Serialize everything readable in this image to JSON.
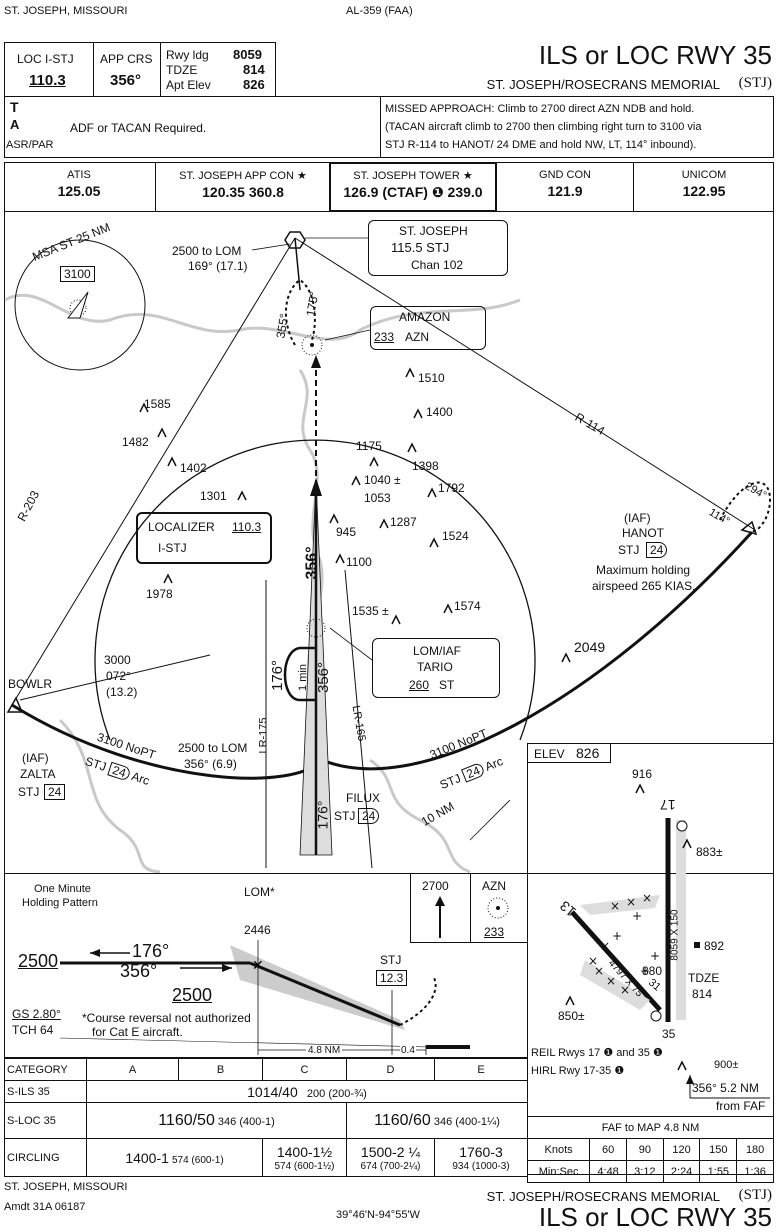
{
  "header": {
    "city_state": "ST. JOSEPH, MISSOURI",
    "volume": "AL-359 (FAA)",
    "loc_label": "LOC  I-STJ",
    "loc_freq": "110.3",
    "app_crs_label": "APP CRS",
    "app_crs": "356°",
    "rwy_ldg_label": "Rwy ldg",
    "rwy_ldg": "8059",
    "tdze_label": "TDZE",
    "tdze": "814",
    "apt_elev_label": "Apt Elev",
    "apt_elev": "826",
    "title": "ILS or LOC RWY 35",
    "airport": "ST. JOSEPH/ROSECRANS MEMORIAL",
    "airport_id": "(STJ)"
  },
  "notes": {
    "symbol_t": "T",
    "symbol_a": "A",
    "adf_tacan": "ADF or TACAN Required.",
    "asr_par": "ASR/PAR",
    "missed_approach": [
      "MISSED APPROACH: Climb to 2700 direct AZN NDB and hold.",
      "(TACAN aircraft climb to 2700 then climbing right turn to 3100 via",
      "STJ R-114 to HANOT/ 24 DME and hold NW, LT, 114° inbound)."
    ]
  },
  "comms": [
    {
      "name": "ATIS",
      "value": "125.05"
    },
    {
      "name": "ST. JOSEPH APP CON ★",
      "value": "120.35  360.8"
    },
    {
      "name": "ST. JOSEPH TOWER ★",
      "value": "126.9 (CTAF) ❶ 239.0"
    },
    {
      "name": "GND CON",
      "value": "121.9"
    },
    {
      "name": "UNICOM",
      "value": "122.95"
    }
  ],
  "plan": {
    "msa": "MSA ST 25 NM",
    "msa_alt": "3100",
    "vor_name": "ST. JOSEPH",
    "vor_freq": "115.5  STJ",
    "vor_chan": "Chan 102",
    "lom_hold_alt": "2500 to LOM",
    "lom_hold_crs": "169° (17.1)",
    "hold_355": "355°",
    "hold_175": "175°",
    "ndb_name": "AMAZON",
    "ndb_freq": "233",
    "ndb_id": "AZN",
    "r114": "R-114",
    "r203": "R-203",
    "hold_294": "294°",
    "hold_114": "114°",
    "iaf": "(IAF)",
    "hanot": "HANOT",
    "hanot_stj": "STJ",
    "hanot_dme": "24",
    "max_holding": "Maximum holding",
    "airspeed": "airspeed 265 KIAS.",
    "loc_box_name": "LOCALIZER",
    "loc_box_freq": "110.3",
    "loc_box_id": "I-STJ",
    "crs_356": "356°",
    "crs_176": "176°",
    "one_min": "1 min",
    "lom_iaf": "LOM/IAF",
    "tario": "TARIO",
    "tario_freq": "260",
    "tario_id": "ST",
    "bowlr": "BOWLR",
    "bowlr_alt": "3000",
    "bowlr_crs": "072°",
    "bowlr_dist": "(13.2)",
    "nopt_left": "3100 NoPT",
    "nopt_right": "3100 NoPT",
    "stj": "STJ",
    "arc_24": "24",
    "arc": "Arc",
    "zalta_iaf": "(IAF)",
    "zalta": "ZALTA",
    "zalta_stj": "STJ",
    "zalta_dme": "24",
    "lom_2500": "2500 to LOM",
    "lom_356": "356°  (6.9)",
    "lr175": "LR-175",
    "lr165": "LR-165",
    "filux": "FILUX",
    "filux_stj": "STJ",
    "filux_dme": "24",
    "ten_nm": "10 NM",
    "elevs": [
      {
        "v": "1585"
      },
      {
        "v": "1482"
      },
      {
        "v": "1402"
      },
      {
        "v": "1510"
      },
      {
        "v": "1400"
      },
      {
        "v": "1175"
      },
      {
        "v": "1398"
      },
      {
        "v": "1040 ±"
      },
      {
        "v": "1053"
      },
      {
        "v": "1792"
      },
      {
        "v": "1301"
      },
      {
        "v": "945"
      },
      {
        "v": "1287"
      },
      {
        "v": "1524"
      },
      {
        "v": "1100"
      },
      {
        "v": "1978"
      },
      {
        "v": "1535 ±"
      },
      {
        "v": "1574"
      },
      {
        "v": "2049"
      }
    ]
  },
  "profile": {
    "one_minute": "One Minute",
    "holding_pattern": "Holding Pattern",
    "lom": "LOM*",
    "lom_alt": "2446",
    "alt_2500": "2500",
    "crs_176": "176°",
    "crs_356": "356°",
    "alt_2500b": "2500",
    "gs": "GS 2.80°",
    "tch": "TCH 64",
    "note": "*Course reversal not authorized",
    "note2": "for Cat E aircraft.",
    "stj": "STJ",
    "stj_dme": "12.3",
    "dist_48": "4.8 NM",
    "dist_04": "0.4",
    "ma_alt": "2700",
    "ma_fix": "AZN",
    "ma_freq": "233"
  },
  "minimums": {
    "headers": [
      "CATEGORY",
      "A",
      "B",
      "C",
      "D",
      "E"
    ],
    "ils": {
      "label": "S-ILS 35",
      "value": "1014/40",
      "hat": "200 (200-¾)"
    },
    "loc": {
      "label": "S-LOC 35",
      "ab": "1160/50",
      "ab_hat": "346 (400-1)",
      "de": "1160/60",
      "de_hat": "346 (400-1¼)"
    },
    "circling": {
      "label": "CIRCLING",
      "ab": "1400-1",
      "ab_hat": "574 (600-1)",
      "c": "1400-1½",
      "c_hat": "574 (600-1½)",
      "d": "1500-2 ¼",
      "d_hat": "674 (700-2¼)",
      "e": "1760-3",
      "e_hat": "934 (1000-3)"
    }
  },
  "airport_diagram": {
    "elev_label": "ELEV",
    "elev": "826",
    "obst_916": "916",
    "obst_883": "883±",
    "obst_892": "892",
    "obst_880": "880",
    "obst_850": "850±",
    "rwy_17": "17",
    "rwy_13": "13",
    "rwy_35": "35",
    "rwy_31": "31",
    "rwy_dim": "8059 X 150",
    "rwy_dim2": "4797 X 75",
    "tdze": "TDZE",
    "tdze_val": "814",
    "reil": "REIL Rwys 17 ❶ and 35 ❶",
    "hirl": "HIRL Rwy 17-35 ❶",
    "obst_900": "900±",
    "faf_dist": "356° 5.2 NM",
    "from_faf": "from FAF"
  },
  "timing": {
    "title": "FAF to MAP  4.8 NM",
    "knots_label": "Knots",
    "knots": [
      "60",
      "90",
      "120",
      "150",
      "180"
    ],
    "minsec_label": "Min:Sec",
    "times": [
      "4:48",
      "3:12",
      "2:24",
      "1:55",
      "1:36"
    ]
  },
  "footer": {
    "city_state": "ST. JOSEPH, MISSOURI",
    "amdt": "Amdt 31A  06187",
    "coords": "39°46'N-94°55'W",
    "airport": "ST. JOSEPH/ROSECRANS MEMORIAL",
    "airport_id": "(STJ)",
    "title": "ILS or LOC RWY 35"
  }
}
